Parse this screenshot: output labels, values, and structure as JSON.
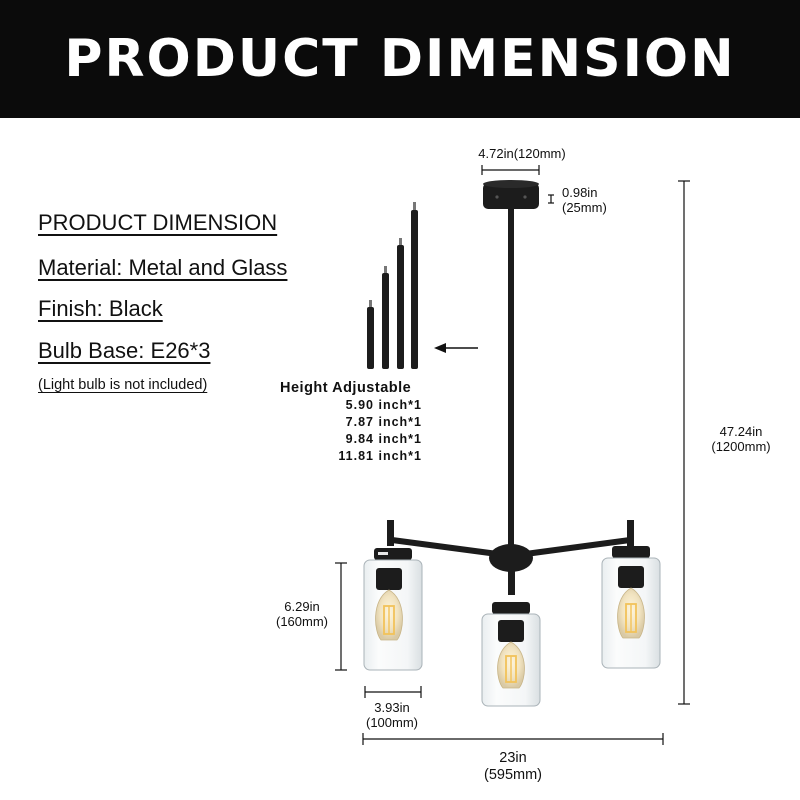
{
  "banner": {
    "title": "PRODUCT DIMENSION"
  },
  "specs": {
    "title": "PRODUCT DIMENSION",
    "material": "Material: Metal and Glass",
    "finish": "Finish: Black",
    "bulb_base": "Bulb Base:  E26*3",
    "note": "(Light bulb is not included)"
  },
  "height_adjustable": {
    "title": "Height Adjustable",
    "rods": [
      "5.90 inch*1",
      "7.87 inch*1",
      "9.84 inch*1",
      "11.81 inch*1"
    ]
  },
  "dimensions": {
    "canopy_width": "4.72in(120mm)",
    "canopy_height_in": "0.98in",
    "canopy_height_mm": "(25mm)",
    "total_height_in": "47.24in",
    "total_height_mm": "(1200mm)",
    "shade_height_in": "6.29in",
    "shade_height_mm": "(160mm)",
    "shade_width_in": "3.93in",
    "shade_width_mm": "(100mm)",
    "total_width_in": "23in",
    "total_width_mm": "(595mm)"
  },
  "colors": {
    "banner": "#0b0b0b",
    "fixture": "#1c1c1c",
    "glass": "#cfd6da",
    "bulb": "#f2c25a"
  }
}
